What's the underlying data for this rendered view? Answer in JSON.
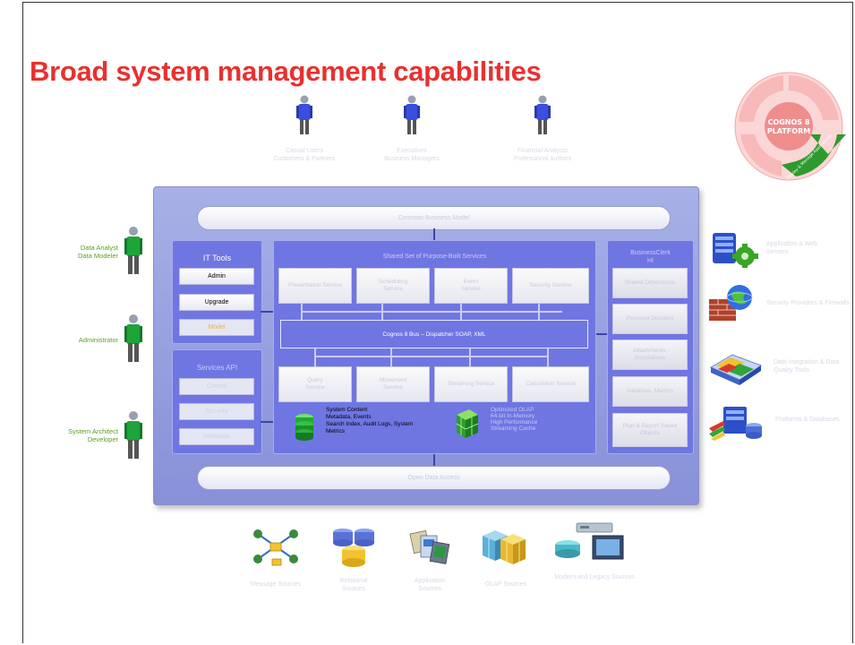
{
  "title": "Broad system management capabilities",
  "badge": {
    "center_line1": "COGNOS 8",
    "center_line2": "PLATFORM",
    "segment_text": "Deploy & Manage Applications"
  },
  "users_top": [
    {
      "line1": "Casual Users",
      "line2": "Customers & Partners"
    },
    {
      "line1": "Executives",
      "line2": "Business Managers"
    },
    {
      "line1": "Financial Analysts",
      "line2": "Professional Authors"
    }
  ],
  "users_left": [
    {
      "line1": "Data Analyst",
      "line2": "Data Modeler"
    },
    {
      "line1": "Administrator",
      "line2": ""
    },
    {
      "line1": "System Architect",
      "line2": "Developer"
    }
  ],
  "top_pill": "Common Business Model",
  "bottom_pill": "Open Data Access",
  "it_tools": {
    "title": "IT Tools",
    "buttons": [
      "Admin",
      "Upgrade",
      "Model"
    ]
  },
  "services_api": {
    "title": "Services API",
    "buttons": [
      "Control",
      "Security",
      "Metadata"
    ]
  },
  "shared_services": {
    "title": "Shared Set of Purpose-Built Services",
    "top_row": [
      {
        "line1": "Presentation Service",
        "line2": ""
      },
      {
        "line1": "Scheduling",
        "line2": "Service"
      },
      {
        "line1": "Event",
        "line2": "Service"
      },
      {
        "line1": "Security Service",
        "line2": ""
      }
    ],
    "bus": "Cognos 8 Bus – Dispatcher SOAP, XML",
    "bottom_row": [
      {
        "line1": "Query",
        "line2": "Service"
      },
      {
        "line1": "Movement",
        "line2": "Service"
      },
      {
        "line1": "Streaming Service",
        "line2": ""
      },
      {
        "line1": "Calculation Service",
        "line2": ""
      }
    ],
    "content": {
      "line1": "System Content",
      "line2": "Metadata, Events",
      "line3": "Search Index, Audit Logs, System",
      "line4": "Metrics"
    },
    "olap": {
      "line1": "Optimized OLAP",
      "line2": "64-bit In-Memory",
      "line3": "High Performance",
      "line4": "Streaming Cache"
    }
  },
  "business_clerk": {
    "title_line1": "BusinessClerk",
    "title_line2": "HI",
    "items": [
      {
        "line1": "Shared Dimensions",
        "line2": ""
      },
      {
        "line1": "Personal Dossiers",
        "line2": ""
      },
      {
        "line1": "Attachments,",
        "line2": "Annotations"
      },
      {
        "line1": "Initiatives, Metrics",
        "line2": ""
      },
      {
        "line1": "Plan & Report Saved",
        "line2": "Objects"
      }
    ]
  },
  "right_systems": [
    {
      "line1": "Application & Web",
      "line2": "Servers"
    },
    {
      "line1": "Security Providers & Firewalls",
      "line2": ""
    },
    {
      "line1": "Data Integration & Data",
      "line2": "Quality Tools"
    },
    {
      "line1": "Platforms & Databases",
      "line2": ""
    }
  ],
  "bottom_sources": [
    {
      "line1": "Message Sources",
      "line2": ""
    },
    {
      "line1": "Relational",
      "line2": "Sources"
    },
    {
      "line1": "Application",
      "line2": "Sources"
    },
    {
      "line1": "OLAP Sources",
      "line2": ""
    },
    {
      "line1": "Modern and Legacy Sources",
      "line2": ""
    }
  ],
  "colors": {
    "title": "#e8312f",
    "panel": "#6f76e2",
    "outer": "#a7b0e6",
    "green_label": "#5aa21e"
  }
}
